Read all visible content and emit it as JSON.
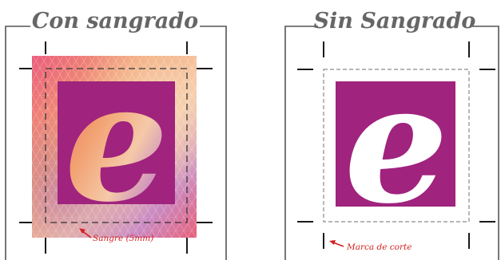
{
  "panels": {
    "with_bleed": {
      "title": "Con sangrado",
      "annotation": "Sangre (5mm)",
      "logo_letter": "e"
    },
    "without_bleed": {
      "title": "Sin Sangrado",
      "annotation": "Marca de corte",
      "logo_letter": "e"
    }
  },
  "colors": {
    "logo_purple": "#a0237e",
    "annotation_red": "#d42020",
    "title_gray": "#666666",
    "pattern_pink": "#e8607a",
    "pattern_orange": "#f0a060",
    "pattern_peach": "#f4c0a0",
    "pattern_violet": "#b070b0"
  }
}
